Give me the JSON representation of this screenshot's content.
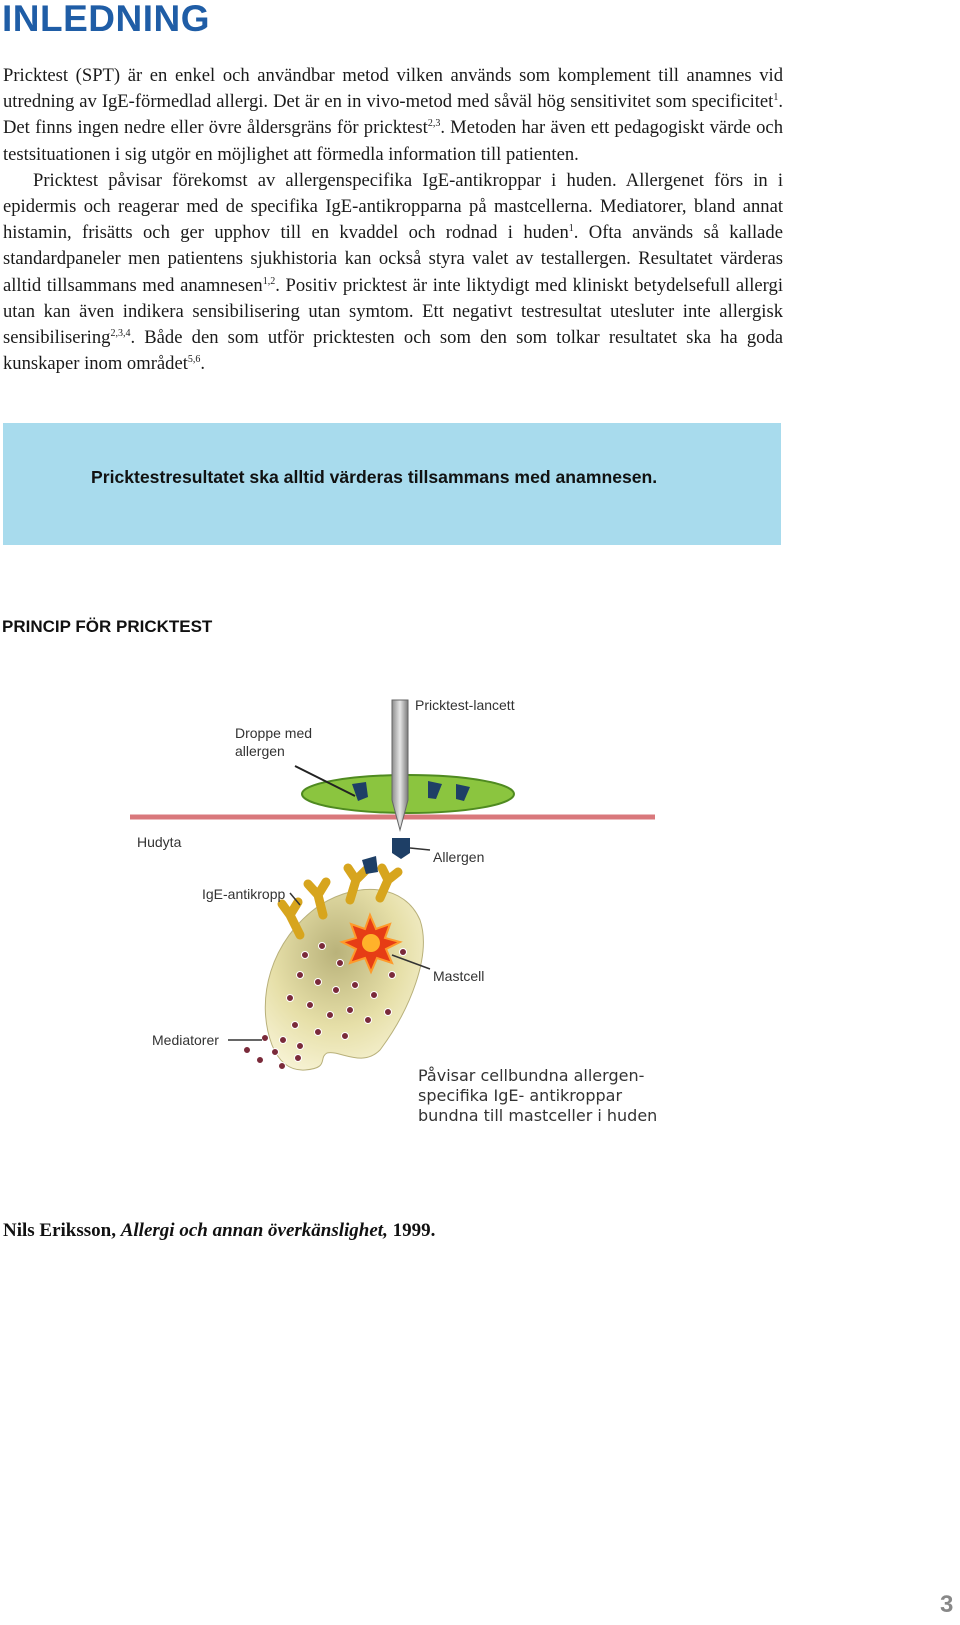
{
  "heading": "INLEDNING",
  "paragraph1": {
    "t1": "Pricktest (SPT) är en enkel och användbar metod vilken används som komplement till anamnes vid utredning av IgE-förmedlad allergi. Det är en in vivo-metod med såväl hög sensitivitet som specificitet",
    "s1": "1",
    "t2": ". Det finns ingen nedre eller övre åldersgräns för pricktest",
    "s2": "2,3",
    "t3": ". Metoden har även ett pedagogiskt värde och testsituationen i sig utgör en möjlighet att förmedla information till patienten."
  },
  "paragraph2": {
    "t1": "Pricktest påvisar förekomst av allergenspecifika IgE-antikroppar i huden. Allergenet förs in i epidermis och reagerar med de specifika IgE-antikropparna på mastcellerna. Mediatorer, bland annat histamin, frisätts och ger upphov till en kvaddel och rodnad i huden",
    "s1": "1",
    "t2": ". Ofta används så kallade standardpaneler men patientens sjukhistoria kan också styra valet av testallergen. Resultatet värderas alltid tillsammans med anamnesen",
    "s2": "1,2",
    "t3": ". Positiv pricktest är inte liktydigt med kliniskt betydelsefull allergi utan kan även indikera sensibilisering utan symtom. Ett negativt testresultat utesluter inte allergisk sensibilisering",
    "s3": "2,3,4",
    "t4": ". Både den som utför pricktesten och som den som tolkar resultatet ska ha goda kunskaper inom området",
    "s4": "5,6",
    "t5": "."
  },
  "callout": "Pricktestresultatet ska alltid värderas tillsammans med anamnesen.",
  "subheading": "PRINCIP FÖR PRICKTEST",
  "diagram": {
    "lancet": "Pricktest-lancett",
    "drop_line1": "Droppe med",
    "drop_line2": "allergen",
    "skin": "Hudyta",
    "allergen": "Allergen",
    "antibody": "IgE-antikropp",
    "mastcell": "Mastcell",
    "mediators": "Mediatorer",
    "caption_line1": "Påvisar cellbundna allergen-",
    "caption_line2": "specifika IgE- antikroppar",
    "caption_line3": "bundna till mastceller i huden",
    "colors": {
      "skin_line": "#d9787c",
      "drop": "#8bc53f",
      "allergen": "#1e3f66",
      "antibody": "#d7a51e",
      "cell": "#f4eec2"
    }
  },
  "citation": {
    "author": "Nils Eriksson, ",
    "title": "Allergi och annan överkänslighet,",
    "year": " 1999."
  },
  "page_number": "3"
}
